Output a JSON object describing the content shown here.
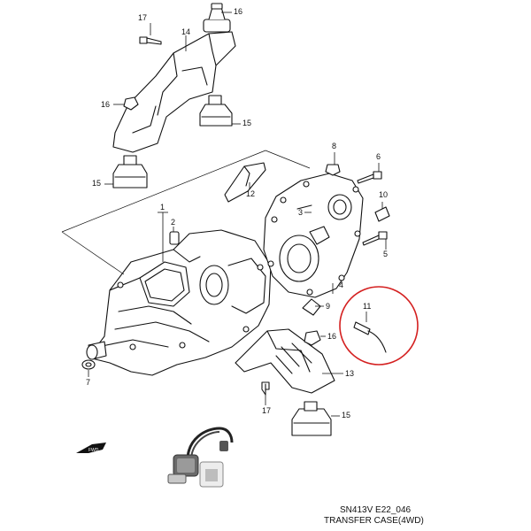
{
  "callouts": {
    "n1": "1",
    "n2": "2",
    "n3": "3",
    "n4": "4",
    "n5": "5",
    "n6": "6",
    "n7": "7",
    "n8": "8",
    "n9": "9",
    "n10": "10",
    "n11": "11",
    "n12": "12",
    "n13": "13",
    "n14": "14",
    "n15a": "15",
    "n15b": "15",
    "n15c": "15",
    "n16a": "16",
    "n16b": "16",
    "n16c": "16",
    "n17a": "17",
    "n17b": "17"
  },
  "caption": {
    "code": "SN413V E22_046",
    "title": "TRANSFER CASE(4WD)"
  },
  "fwd_label": "FWD",
  "highlight_color": "#d42020"
}
